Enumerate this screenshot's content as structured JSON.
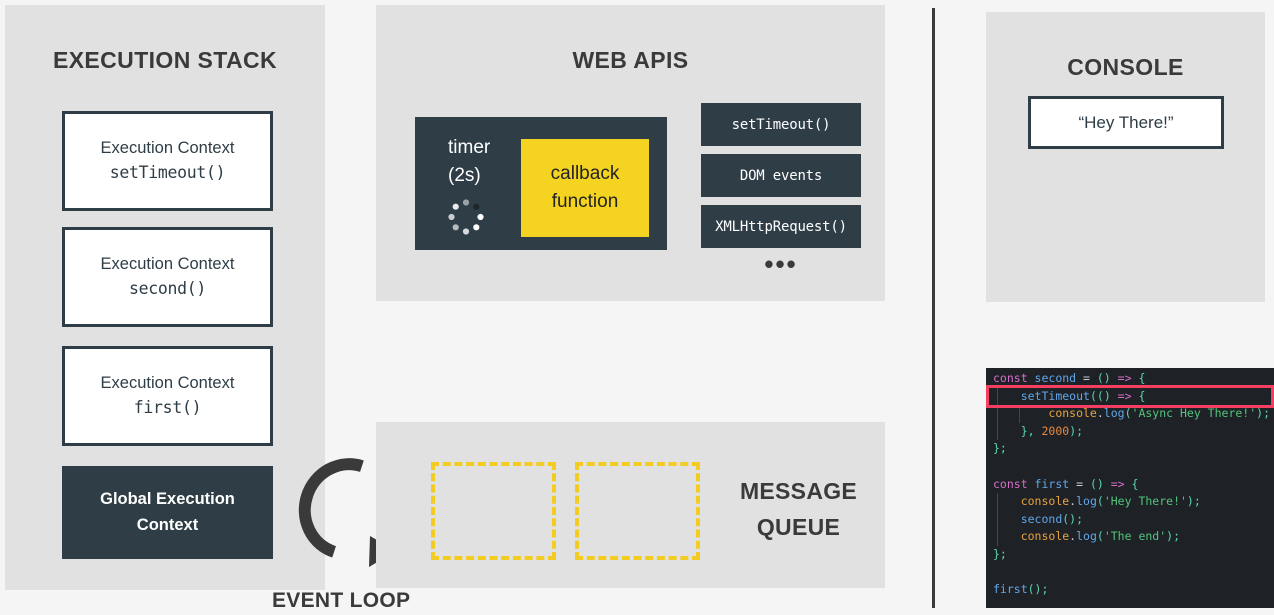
{
  "execution_stack": {
    "title": "EXECUTION STACK",
    "frames": [
      {
        "label": "Execution Context",
        "fn": "setTimeout()"
      },
      {
        "label": "Execution Context",
        "fn": "second()"
      },
      {
        "label": "Execution Context",
        "fn": "first()"
      }
    ],
    "global_frame": {
      "line1": "Global Execution",
      "line2": "Context"
    }
  },
  "event_loop": {
    "label": "EVENT LOOP",
    "icon": "circular-arrow-icon",
    "color": "#3a3a3a"
  },
  "web_apis": {
    "title": "WEB APIS",
    "timer": {
      "line1": "timer",
      "line2": "(2s)",
      "spinner_icon": "loading-spinner-icon",
      "callback": {
        "line1": "callback",
        "line2": "function"
      },
      "callback_color": "#f4d321",
      "box_color": "#2e3d46"
    },
    "api_chips": [
      "setTimeout()",
      "DOM events",
      "XMLHttpRequest()"
    ],
    "ellipsis": "•••"
  },
  "message_queue": {
    "label_line1": "MESSAGE",
    "label_line2": "QUEUE",
    "slots": [
      {
        "empty": true
      },
      {
        "empty": true
      }
    ],
    "slot_border_color": "#f2cc21"
  },
  "console": {
    "title": "CONSOLE",
    "output": "“Hey There!”"
  },
  "code": {
    "highlight_color": "#f43f63",
    "highlighted_line_index": 1,
    "background": "#1e2227",
    "lines": [
      [
        {
          "t": "const ",
          "c": "tok-kw"
        },
        {
          "t": "second ",
          "c": "tok-fn"
        },
        {
          "t": "= ",
          "c": "tok-plain"
        },
        {
          "t": "() ",
          "c": "tok-punc"
        },
        {
          "t": "=> ",
          "c": "tok-arrow"
        },
        {
          "t": "{",
          "c": "tok-punc"
        }
      ],
      [
        {
          "t": "    ",
          "c": "tok-plain"
        },
        {
          "t": "setTimeout",
          "c": "tok-fn"
        },
        {
          "t": "(",
          "c": "tok-punc"
        },
        {
          "t": "() ",
          "c": "tok-punc"
        },
        {
          "t": "=> ",
          "c": "tok-arrow"
        },
        {
          "t": "{",
          "c": "tok-punc"
        }
      ],
      [
        {
          "t": "        ",
          "c": "tok-plain"
        },
        {
          "t": "console",
          "c": "tok-obj"
        },
        {
          "t": ".",
          "c": "tok-plain"
        },
        {
          "t": "log",
          "c": "tok-meth"
        },
        {
          "t": "(",
          "c": "tok-punc"
        },
        {
          "t": "'Async Hey There!'",
          "c": "tok-str"
        },
        {
          "t": ");",
          "c": "tok-punc"
        }
      ],
      [
        {
          "t": "    ",
          "c": "tok-plain"
        },
        {
          "t": "}, ",
          "c": "tok-punc"
        },
        {
          "t": "2000",
          "c": "tok-num"
        },
        {
          "t": ");",
          "c": "tok-punc"
        }
      ],
      [
        {
          "t": "};",
          "c": "tok-punc"
        }
      ],
      [],
      [
        {
          "t": "const ",
          "c": "tok-kw"
        },
        {
          "t": "first ",
          "c": "tok-fn"
        },
        {
          "t": "= ",
          "c": "tok-plain"
        },
        {
          "t": "() ",
          "c": "tok-punc"
        },
        {
          "t": "=> ",
          "c": "tok-arrow"
        },
        {
          "t": "{",
          "c": "tok-punc"
        }
      ],
      [
        {
          "t": "    ",
          "c": "tok-plain"
        },
        {
          "t": "console",
          "c": "tok-obj"
        },
        {
          "t": ".",
          "c": "tok-plain"
        },
        {
          "t": "log",
          "c": "tok-meth"
        },
        {
          "t": "(",
          "c": "tok-punc"
        },
        {
          "t": "'Hey There!'",
          "c": "tok-str"
        },
        {
          "t": ");",
          "c": "tok-punc"
        }
      ],
      [
        {
          "t": "    ",
          "c": "tok-plain"
        },
        {
          "t": "second",
          "c": "tok-fn"
        },
        {
          "t": "();",
          "c": "tok-punc"
        }
      ],
      [
        {
          "t": "    ",
          "c": "tok-plain"
        },
        {
          "t": "console",
          "c": "tok-obj"
        },
        {
          "t": ".",
          "c": "tok-plain"
        },
        {
          "t": "log",
          "c": "tok-meth"
        },
        {
          "t": "(",
          "c": "tok-punc"
        },
        {
          "t": "'The end'",
          "c": "tok-str"
        },
        {
          "t": ");",
          "c": "tok-punc"
        }
      ],
      [
        {
          "t": "};",
          "c": "tok-punc"
        }
      ],
      [],
      [
        {
          "t": "first",
          "c": "tok-fn"
        },
        {
          "t": "();",
          "c": "tok-punc"
        }
      ]
    ]
  },
  "colors": {
    "panel_bg": "#e1e1e1",
    "page_bg": "#f5f5f5",
    "dark": "#2e3d46",
    "accent_yellow": "#f4d321",
    "text": "#3a3a3a"
  }
}
